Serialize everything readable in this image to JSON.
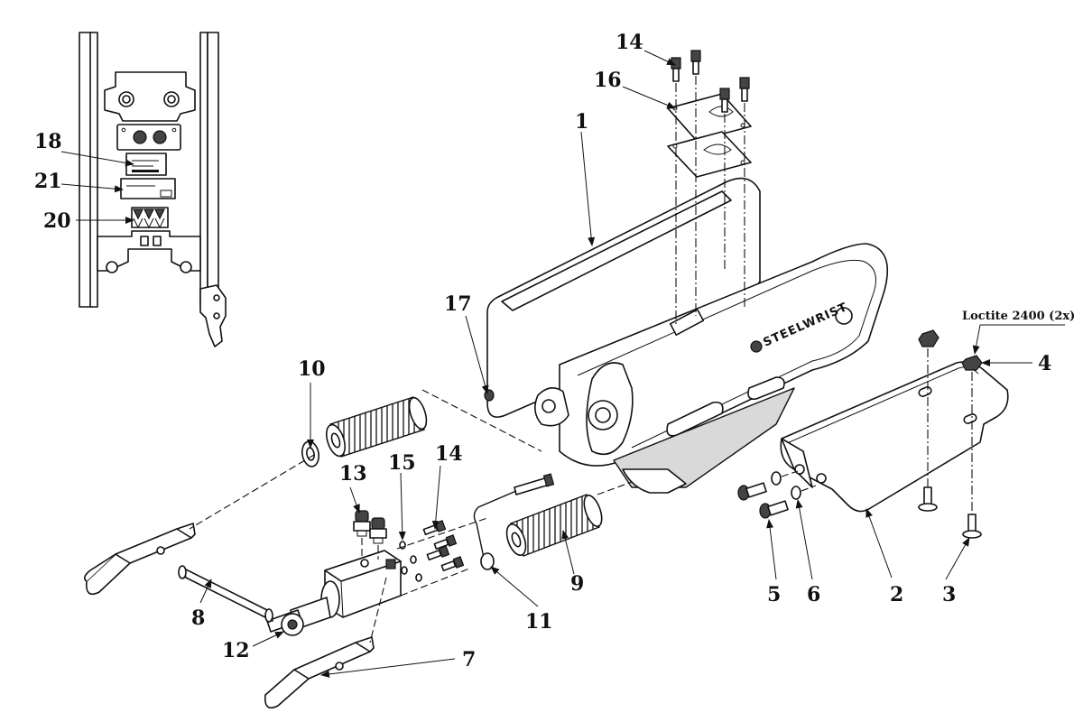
{
  "diagram": {
    "note": "Loctite 2400 (2x)",
    "brand": "STEELWRIST",
    "callouts": {
      "c1": "1",
      "c2": "2",
      "c3": "3",
      "c4": "4",
      "c5": "5",
      "c6": "6",
      "c7": "7",
      "c8": "8",
      "c9": "9",
      "c10": "10",
      "c11": "11",
      "c12": "12",
      "c13": "13",
      "c14a": "14",
      "c14b": "14",
      "c15": "15",
      "c16": "16",
      "c17": "17",
      "c18": "18",
      "c20": "20",
      "c21": "21"
    }
  }
}
